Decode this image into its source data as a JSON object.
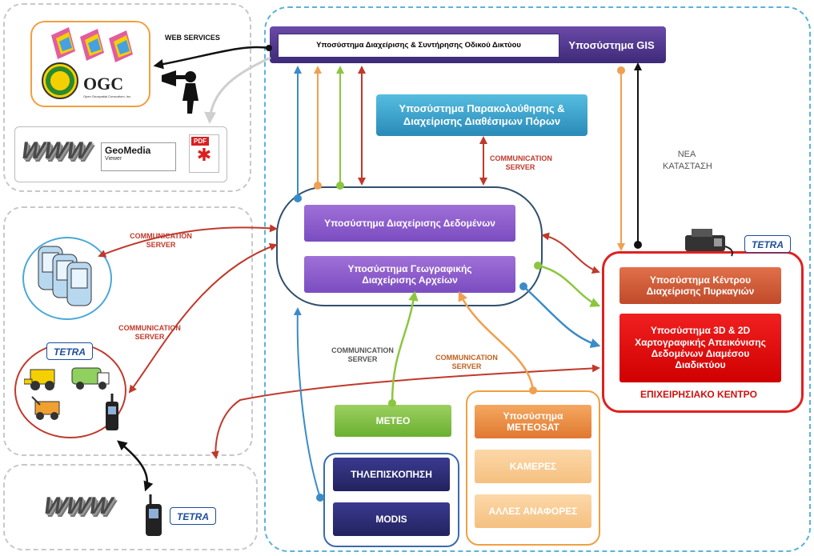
{
  "header": {
    "road_network": "Υποσύστημα Διαχείρισης & Συντήρησης Οδικού Δικτύου",
    "gis": "Υποσύστημα GIS"
  },
  "left": {
    "web_services": "WEB SERVICES",
    "ogc": "OGC",
    "ogc_caption": "Open Geospatial Consortium, Inc.",
    "www": "WWW",
    "geomedia_line1": "GeoMedia",
    "geomedia_line2": "Viewer",
    "pdf": "PDF",
    "tetra": "TETRA",
    "comm_server_1": "COMMUNICATION SERVER",
    "comm_server_2": "COMMUNICATION SERVER"
  },
  "center": {
    "resources": "Υποσύστημα Παρακολούθησης & Διαχείρισης Διαθέσιμων Πόρων",
    "comm_server_top": "COMMUNICATION SERVER",
    "data_mgmt": "Υποσύστημα Διαχείρισης Δεδομένων",
    "geo_files": "Υποσύστημα Γεωγραφικής Διαχείρισης Αρχείων",
    "comm_server_green": "COMMUNICATION SERVER",
    "comm_server_orange": "COMMUNICATION SERVER",
    "meteo": "METEO",
    "remote_sensing": "ΤΗΛΕΠΙΣΚΟΠΗΣΗ",
    "modis": "MODIS",
    "meteosat": "Υποσύστημα METEOSAT",
    "cameras": "ΚΑΜΕΡΕΣ",
    "other_reports": "ΑΛΛΕΣ ΑΝΑΦΟΡΕΣ"
  },
  "right": {
    "new_status": "ΝΕΑ ΚΑΤΑΣΤΑΣΗ",
    "tetra": "TETRA",
    "fire_center": "Υποσύστημα Κέντρου Διαχείρισης Πυρκαγιών",
    "cartography": "Υποσύστημα 3D & 2D Χαρτογραφικής Απεικόνισης Δεδομένων Διαμέσου Διαδικτύου",
    "operations_center": "ΕΠΙΧΕΙΡΗΣΙΑΚΟ ΚΕΝΤΡΟ"
  },
  "colors": {
    "red": "#c0392b",
    "green": "#8cc63f",
    "orange": "#f0a050",
    "blue": "#3a8cc8",
    "purple": "#8a5cc8",
    "navy": "#2e2e80"
  }
}
